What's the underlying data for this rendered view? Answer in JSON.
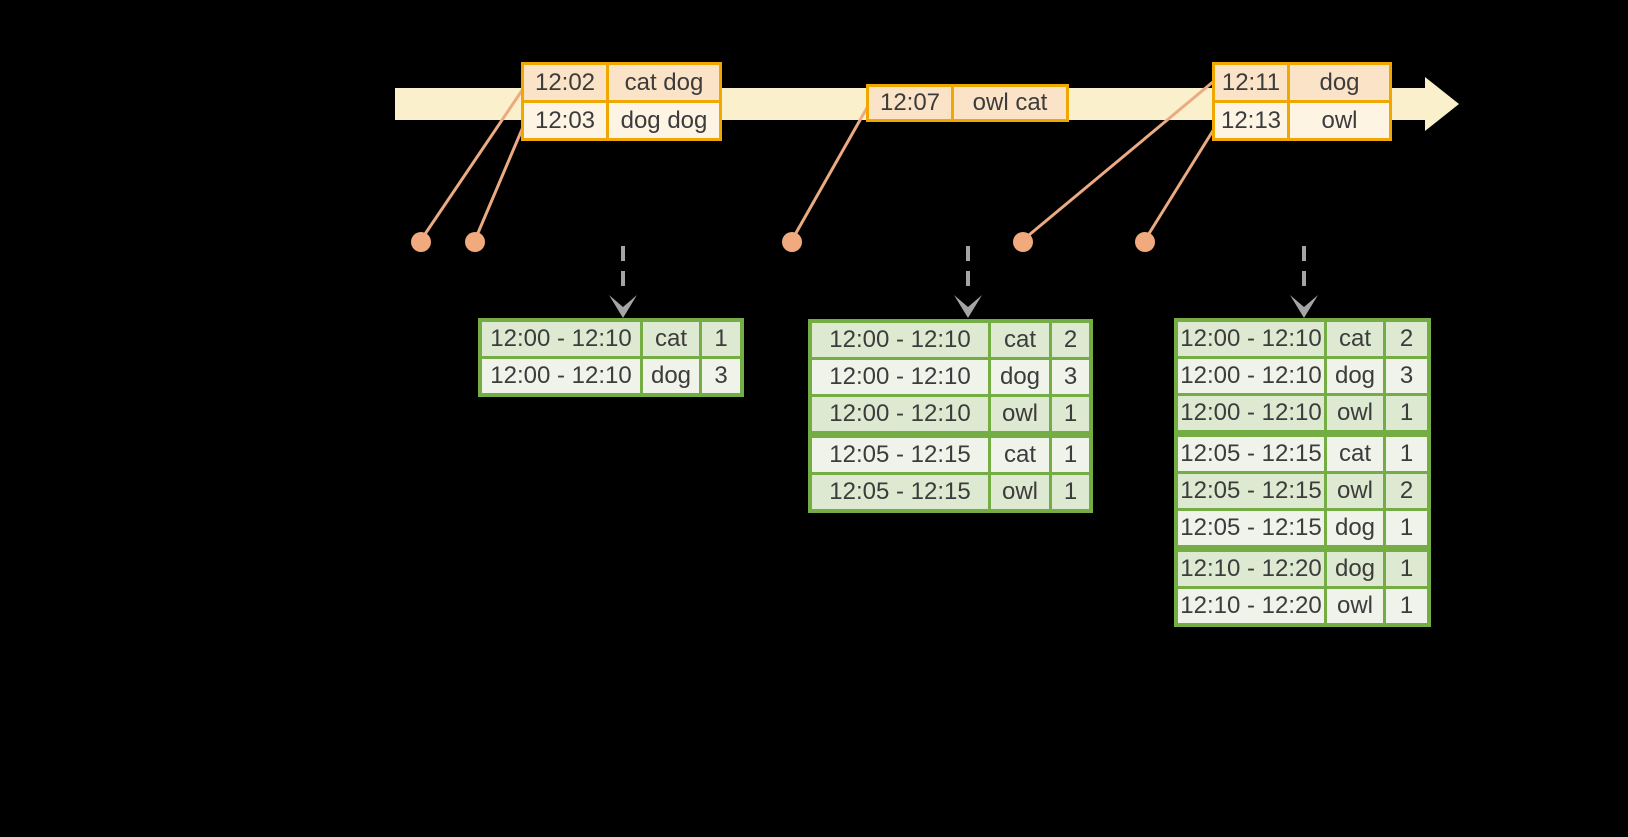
{
  "colors": {
    "page_bg": "#000000",
    "timeline_fill": "#FBF0CC",
    "event_border": "#F0A800",
    "event_row_dark": "#FAE3C6",
    "event_row_light": "#FDF4E4",
    "result_border": "#74AD43",
    "result_row_dark": "#DEE9D1",
    "result_row_light": "#EFF3EA",
    "dot": "#F0AA7D",
    "connector": "#EBAA81",
    "dashed_arrow": "#A5A5A5",
    "text": "#3C3C3C"
  },
  "timeline": {
    "direction": "right",
    "event_dot_count": 5,
    "trigger_arrow_count": 3
  },
  "event_tables": [
    {
      "rows": [
        {
          "time": "12:02",
          "words": "cat dog"
        },
        {
          "time": "12:03",
          "words": "dog dog"
        }
      ]
    },
    {
      "rows": [
        {
          "time": "12:07",
          "words": "owl cat"
        }
      ]
    },
    {
      "rows": [
        {
          "time": "12:11",
          "words": "dog"
        },
        {
          "time": "12:13",
          "words": "owl"
        }
      ]
    }
  ],
  "result_tables": [
    {
      "rows": [
        {
          "window": "12:00 - 12:10",
          "word": "cat",
          "count": "1"
        },
        {
          "window": "12:00 - 12:10",
          "word": "dog",
          "count": "3"
        }
      ]
    },
    {
      "rows": [
        {
          "window": "12:00 - 12:10",
          "word": "cat",
          "count": "2"
        },
        {
          "window": "12:00 - 12:10",
          "word": "dog",
          "count": "3"
        },
        {
          "window": "12:00 - 12:10",
          "word": "owl",
          "count": "1"
        },
        {
          "window": "12:05 - 12:15",
          "word": "cat",
          "count": "1"
        },
        {
          "window": "12:05 - 12:15",
          "word": "owl",
          "count": "1"
        }
      ]
    },
    {
      "rows": [
        {
          "window": "12:00 - 12:10",
          "word": "cat",
          "count": "2"
        },
        {
          "window": "12:00 - 12:10",
          "word": "dog",
          "count": "3"
        },
        {
          "window": "12:00 - 12:10",
          "word": "owl",
          "count": "1"
        },
        {
          "window": "12:05 - 12:15",
          "word": "cat",
          "count": "1"
        },
        {
          "window": "12:05 - 12:15",
          "word": "owl",
          "count": "2"
        },
        {
          "window": "12:05 - 12:15",
          "word": "dog",
          "count": "1"
        },
        {
          "window": "12:10 - 12:20",
          "word": "dog",
          "count": "1"
        },
        {
          "window": "12:10 - 12:20",
          "word": "owl",
          "count": "1"
        }
      ]
    }
  ]
}
